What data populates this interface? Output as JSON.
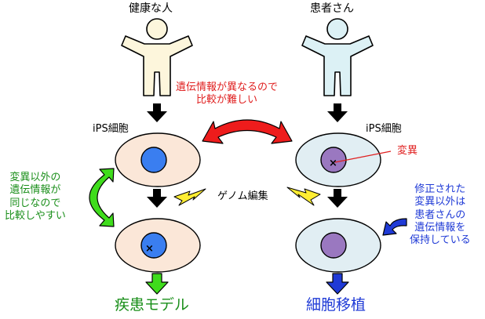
{
  "labels": {
    "healthy_person": "健康な人",
    "patient": "患者さん",
    "ips_left": "iPS細胞",
    "ips_right": "iPS細胞",
    "genome_editing": "ゲノム編集",
    "mutation": "変異",
    "disease_model": "疾患モデル",
    "cell_transplant": "細胞移植"
  },
  "notes": {
    "different_genetic_info": [
      "遺伝情報が異なるので",
      "比較が難しい"
    ],
    "same_genetic_info": [
      "変異以外の",
      "遺伝情報が",
      "同じなので",
      "比較しやすい"
    ],
    "preserved_genetic_info": [
      "修正された",
      "変異以外は",
      "患者さんの",
      "遺伝情報を",
      "保持している"
    ]
  },
  "colors": {
    "healthy_person_fill": "#fdf6dc",
    "patient_fill": "#dcf1f5",
    "left_cell_fill": "#fbe7d8",
    "right_cell_fill": "#e1eef3",
    "left_nucleus": "#3a7ef0",
    "right_nucleus": "#9a78c0",
    "red_arrow": "#ee1c1c",
    "green_arrow": "#3fdc1c",
    "blue_arrow": "#1f3ad6",
    "lightning": "#ffee33"
  }
}
